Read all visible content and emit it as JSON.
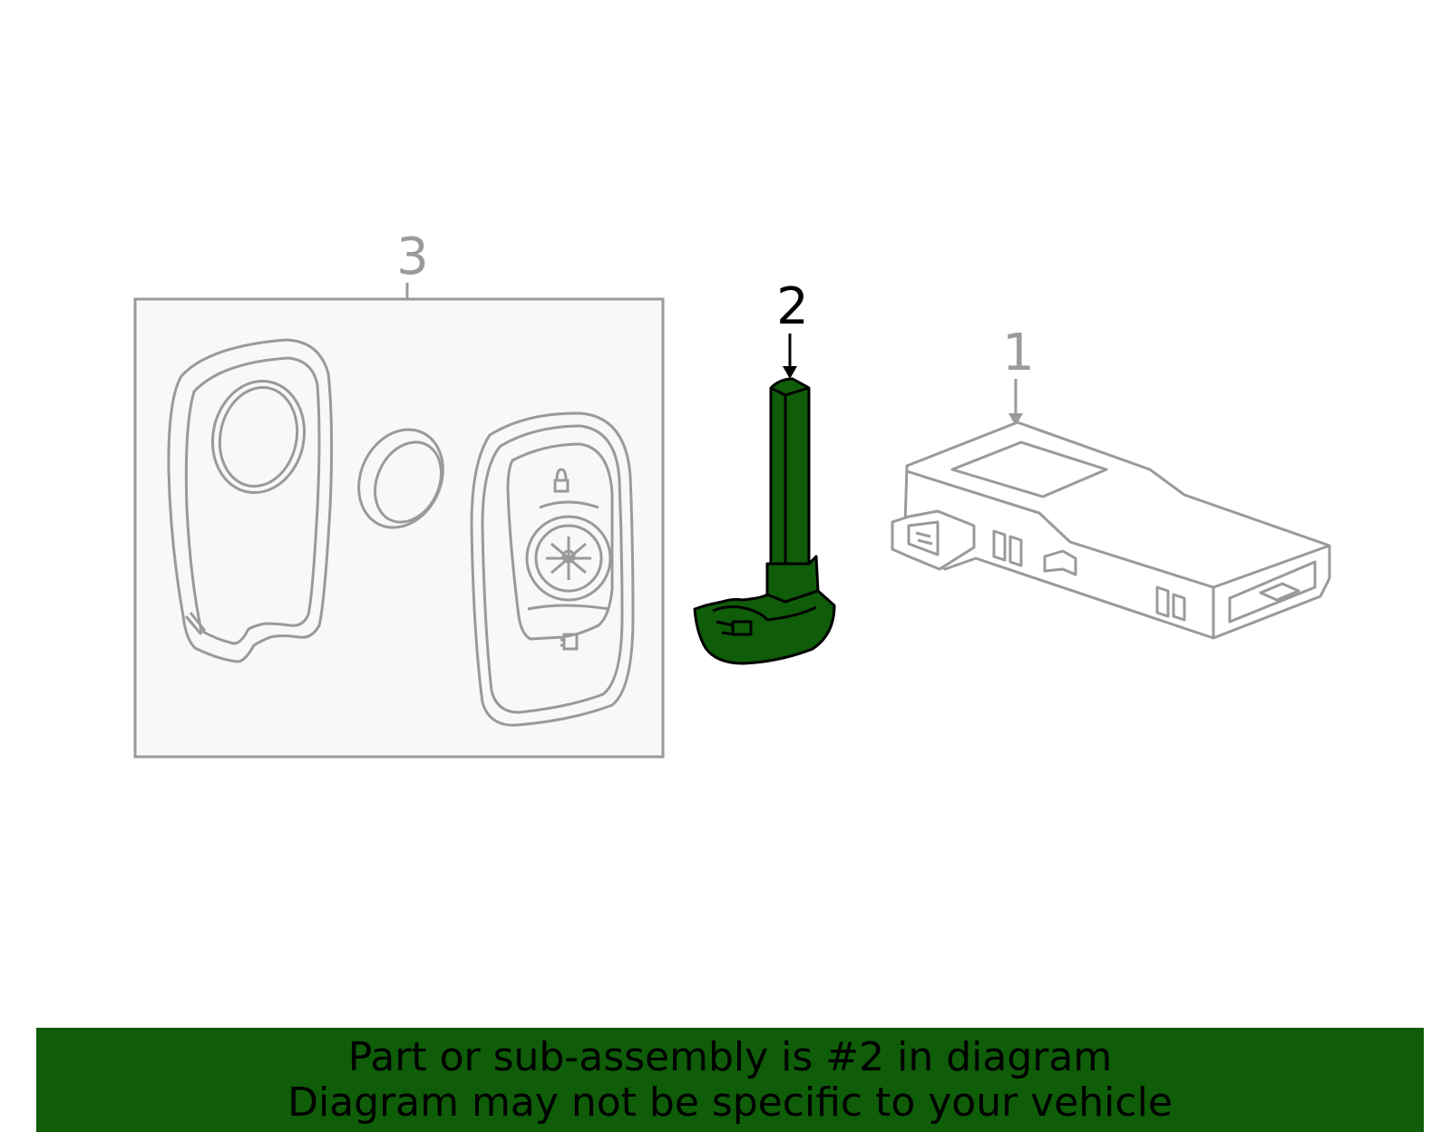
{
  "callouts": {
    "part_1": "1",
    "part_2": "2",
    "part_3": "3"
  },
  "highlighted_part": "2",
  "banner": {
    "line1": "Part or sub-assembly is #2 in diagram",
    "line2": "Diagram may not be specific to your vehicle"
  },
  "colors": {
    "highlight": "#0f5c09",
    "line_art": "#9a9a9a",
    "callout_active": "#000000",
    "box_fill": "#f8f8f8"
  }
}
